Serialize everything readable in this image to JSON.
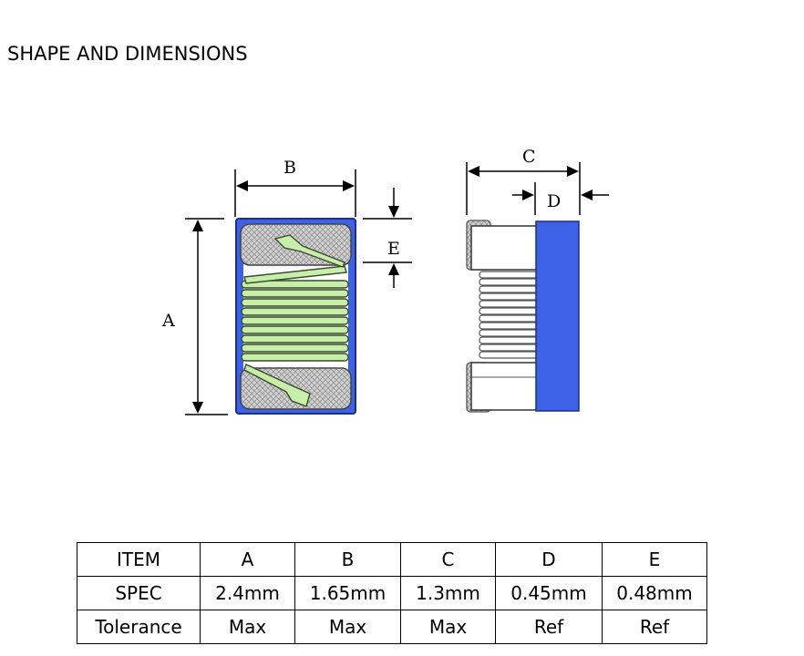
{
  "title": "SHAPE AND DIMENSIONS",
  "diagram": {
    "labels": {
      "A": "A",
      "B": "B",
      "C": "C",
      "D": "D",
      "E": "E"
    },
    "colors": {
      "body": "#3d62e8",
      "coil": "#c6f0a9",
      "electrode": "#c8c8c8",
      "outline": "#000000"
    }
  },
  "table": {
    "header": [
      "ITEM",
      "A",
      "B",
      "C",
      "D",
      "E"
    ],
    "rows": [
      [
        "SPEC",
        "2.4mm",
        "1.65mm",
        "1.3mm",
        "0.45mm",
        "0.48mm"
      ],
      [
        "Tolerance",
        "Max",
        "Max",
        "Max",
        "Ref",
        "Ref"
      ]
    ]
  }
}
